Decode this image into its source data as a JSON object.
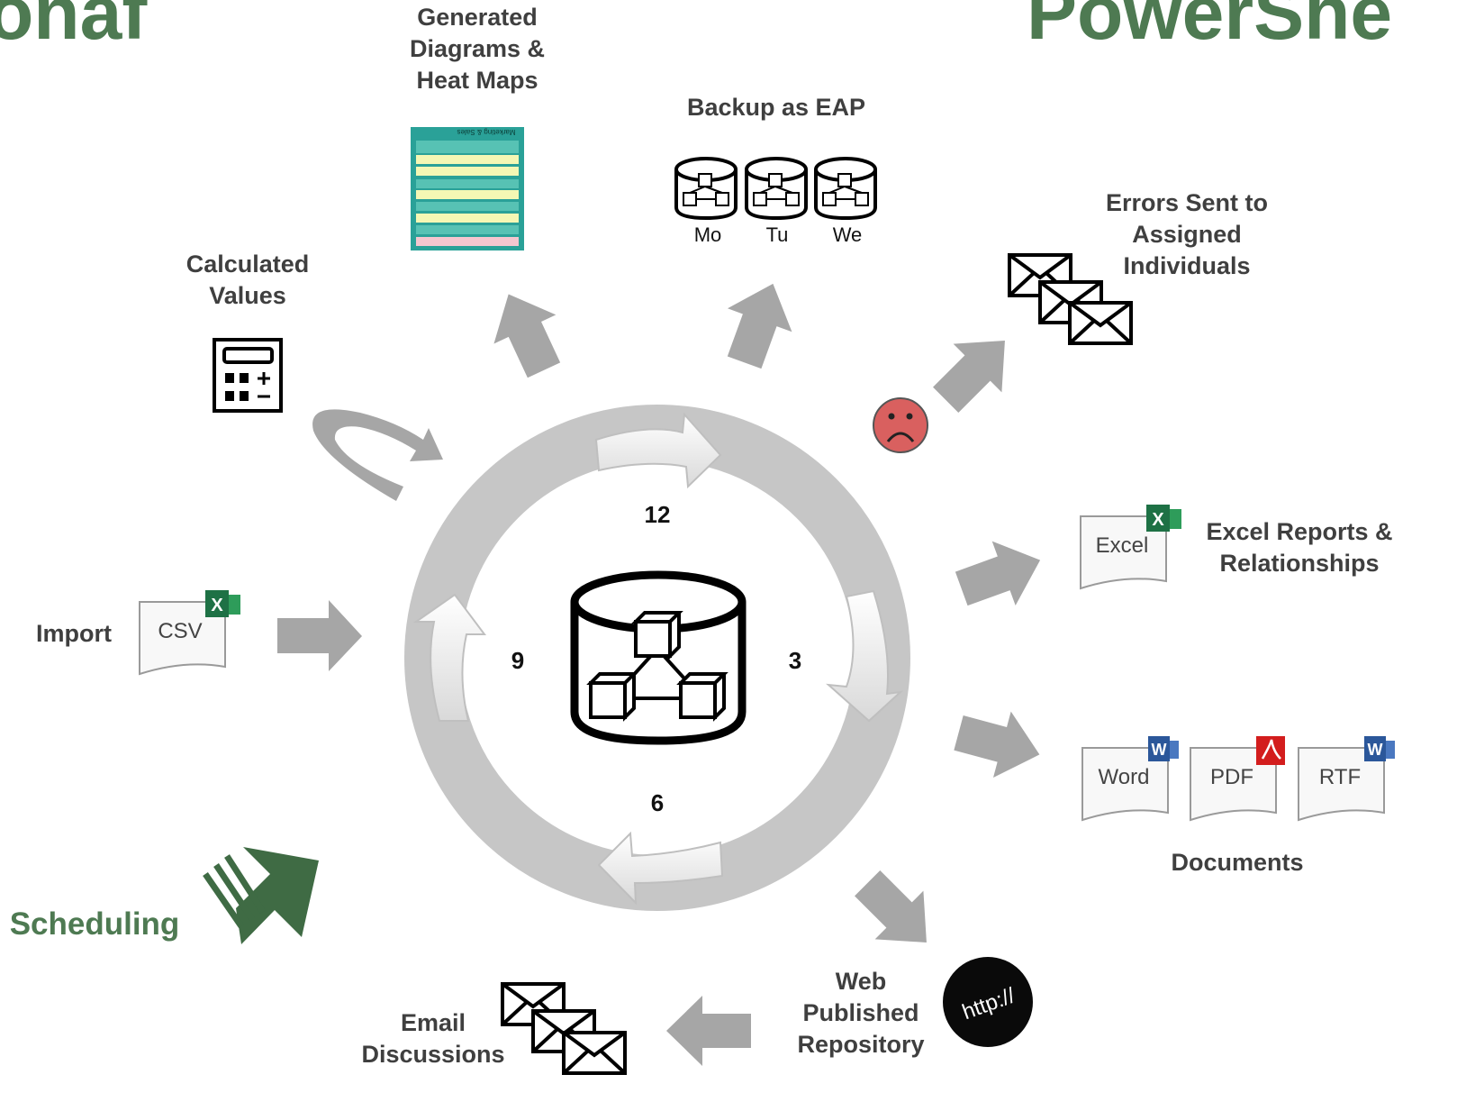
{
  "titles": {
    "left_fragment": "onaf",
    "right_fragment": "PowerShe"
  },
  "center": {
    "clock": {
      "twelve": "12",
      "three": "3",
      "six": "6",
      "nine": "9"
    }
  },
  "items": {
    "generated_diagrams": {
      "label_lines": [
        "Generated",
        "Diagrams &",
        "Heat Maps"
      ],
      "thumbnail_title": "Marketing & Sales"
    },
    "backup": {
      "label": "Backup as EAP",
      "days": [
        "Mo",
        "Tu",
        "We"
      ]
    },
    "errors": {
      "label_lines": [
        "Errors Sent to",
        "Assigned",
        "Individuals"
      ]
    },
    "calculated": {
      "label_lines": [
        "Calculated",
        "Values"
      ]
    },
    "import": {
      "label": "Import",
      "doc": "CSV"
    },
    "excel_reports": {
      "label_lines": [
        "Excel Reports &",
        "Relationships"
      ],
      "doc": "Excel"
    },
    "documents": {
      "label": "Documents",
      "docs": [
        "Word",
        "PDF",
        "RTF"
      ]
    },
    "scheduling": {
      "label": "Scheduling"
    },
    "web": {
      "label_lines": [
        "Web",
        "Published",
        "Repository"
      ],
      "badge": "http://"
    },
    "email": {
      "label_lines": [
        "Email",
        "Discussions"
      ]
    }
  },
  "colors": {
    "title_green": "#4e7a52",
    "arrow_gray": "#a6a6a6",
    "ring_gray": "#c6c6c6",
    "scheduling_green": "#3f6b44",
    "error_red": "#d9605f",
    "excel_green": "#1e7145",
    "word_blue": "#2b579a",
    "pdf_red": "#d31d1d"
  }
}
